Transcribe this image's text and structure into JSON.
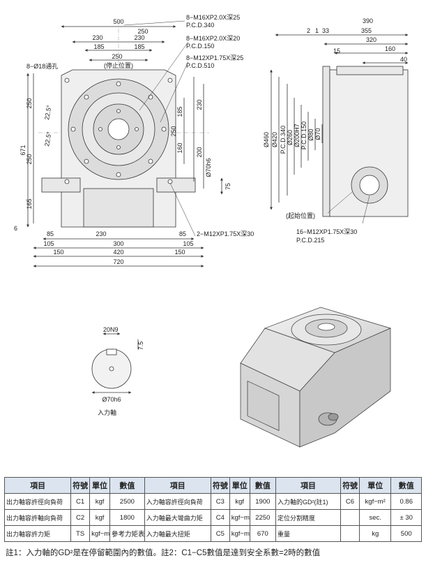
{
  "front_view": {
    "dim_500": "500",
    "dim_250_top": "250",
    "dim_230_a": "230",
    "dim_230_b": "230",
    "dim_185_a": "185",
    "dim_185_b": "185",
    "dim_250_mid": "250",
    "stop_position": "(停止位置)",
    "hole_8_18": "8−Ø18通孔",
    "thread_1": "8−M16XP2.0X深25",
    "thread_1_pcd": "P.C.D.340",
    "thread_2": "8−M16XP2.0X深20",
    "thread_2_pcd": "P.C.D.150",
    "thread_3": "8−M12XP1.75X深25",
    "thread_3_pcd": "P.C.D.510",
    "angle_a": "22.5°",
    "angle_b": "22.5°",
    "dim_671": "671",
    "dim_250_left_a": "250",
    "dim_250_left_b": "250",
    "dim_165": "165",
    "dim_6": "6",
    "dim_185_r": "185",
    "dim_230_r": "230",
    "dim_250_r": "250",
    "dim_160_r": "160",
    "dim_200_r": "200",
    "dim_70h6": "Ø70h6",
    "dim_75": "75",
    "dim_85_l": "85",
    "dim_230_bot": "230",
    "dim_85_r": "85",
    "dim_105_l": "105",
    "dim_300": "300",
    "dim_105_r": "105",
    "dim_150_l": "150",
    "dim_420": "420",
    "dim_150_r": "150",
    "dim_720": "720",
    "thread_bottom": "2−M12XP1.75X深30"
  },
  "side_view": {
    "dim_390": "390",
    "dim_2": "2",
    "dim_1": "1",
    "dim_33": "33",
    "dim_355": "355",
    "dim_320": "320",
    "dim_15": "15",
    "dim_160": "160",
    "dim_40": "40",
    "d_460": "Ø460",
    "d_420": "Ø420",
    "pcd_340": "P.C.D.340",
    "d_260": "Ø260",
    "d_200": "Ø200H7",
    "pcd_150": "P.C.D.150",
    "d_80": "Ø80",
    "d_70": "Ø70",
    "start_position": "(起始位置)",
    "thread": "16−M12XP1.75X深30",
    "thread_pcd": "P.C.D.215"
  },
  "shaft_detail": {
    "key_width": "20N9",
    "key_depth": "7.5",
    "diameter": "Ø70h6",
    "caption": "入力軸"
  },
  "spec_table": {
    "headers": [
      "項目",
      "符號",
      "單位",
      "數值",
      "項目",
      "符號",
      "單位",
      "數值",
      "項目",
      "符號",
      "單位",
      "數值"
    ],
    "rows": [
      [
        "出力軸容許徑向負荷",
        "C1",
        "kgf",
        "2500",
        "入力軸容許徑向負荷",
        "C3",
        "kgf",
        "1900",
        "入力軸的GD²(註1)",
        "C6",
        "kgf−m²",
        "0.86"
      ],
      [
        "出力軸容許軸向負荷",
        "C2",
        "kgf",
        "1800",
        "入力軸最大彎曲力矩",
        "C4",
        "kgf−m",
        "2250",
        "定位分割精度",
        "",
        "sec.",
        "± 30"
      ],
      [
        "出力軸容許力矩",
        "TS",
        "kgf−m",
        "參考力矩表",
        "入力軸最大扭矩",
        "C5",
        "kgf−m",
        "670",
        "重量",
        "",
        "kg",
        "500"
      ]
    ]
  },
  "note": "註1：入力軸的GD²是在停留範圍內的數值。註2：C1−C5數值是達到安全系數=2時的數值"
}
